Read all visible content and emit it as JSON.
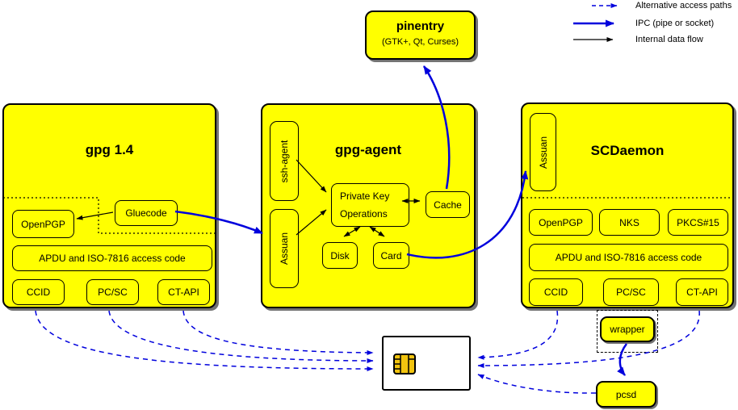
{
  "legend": {
    "items": [
      {
        "label": "Alternative access paths",
        "style": "dashed-blue-arrow"
      },
      {
        "label": "IPC (pipe or socket)",
        "style": "thick-blue-arrow"
      },
      {
        "label": "Internal data flow",
        "style": "thin-black-arrow"
      }
    ]
  },
  "pinentry": {
    "title": "pinentry",
    "subtitle": "(GTK+, Qt, Curses)"
  },
  "modules": {
    "gpg14": {
      "title": "gpg 1.4",
      "openpgp": "OpenPGP",
      "gluecode": "Gluecode",
      "apdu": "APDU and ISO-7816 access code",
      "ccid": "CCID",
      "pcsc": "PC/SC",
      "ctapi": "CT-API"
    },
    "gpg_agent": {
      "title": "gpg-agent",
      "ssh_agent": "ssh-agent",
      "assuan": "Assuan",
      "pko_line1": "Private Key",
      "pko_line2": "Operations",
      "cache": "Cache",
      "disk": "Disk",
      "card": "Card"
    },
    "scdaemon": {
      "title": "SCDaemon",
      "assuan": "Assuan",
      "openpgp": "OpenPGP",
      "nks": "NKS",
      "pkcs15": "PKCS#15",
      "apdu": "APDU and ISO-7816 access code",
      "ccid": "CCID",
      "pcsc": "PC/SC",
      "ctapi": "CT-API"
    }
  },
  "bottom": {
    "wrapper_label": "wrapper",
    "pcsd_label": "pcsd"
  },
  "icons": {
    "smartcard_chip": "chip-icon"
  },
  "colors": {
    "background": "#ffffff",
    "box_fill": "#ffff00",
    "line_black": "#000000",
    "line_blue": "#0000dd",
    "card_fill": "#ffffff",
    "chip_gold": "#f2c40f"
  }
}
